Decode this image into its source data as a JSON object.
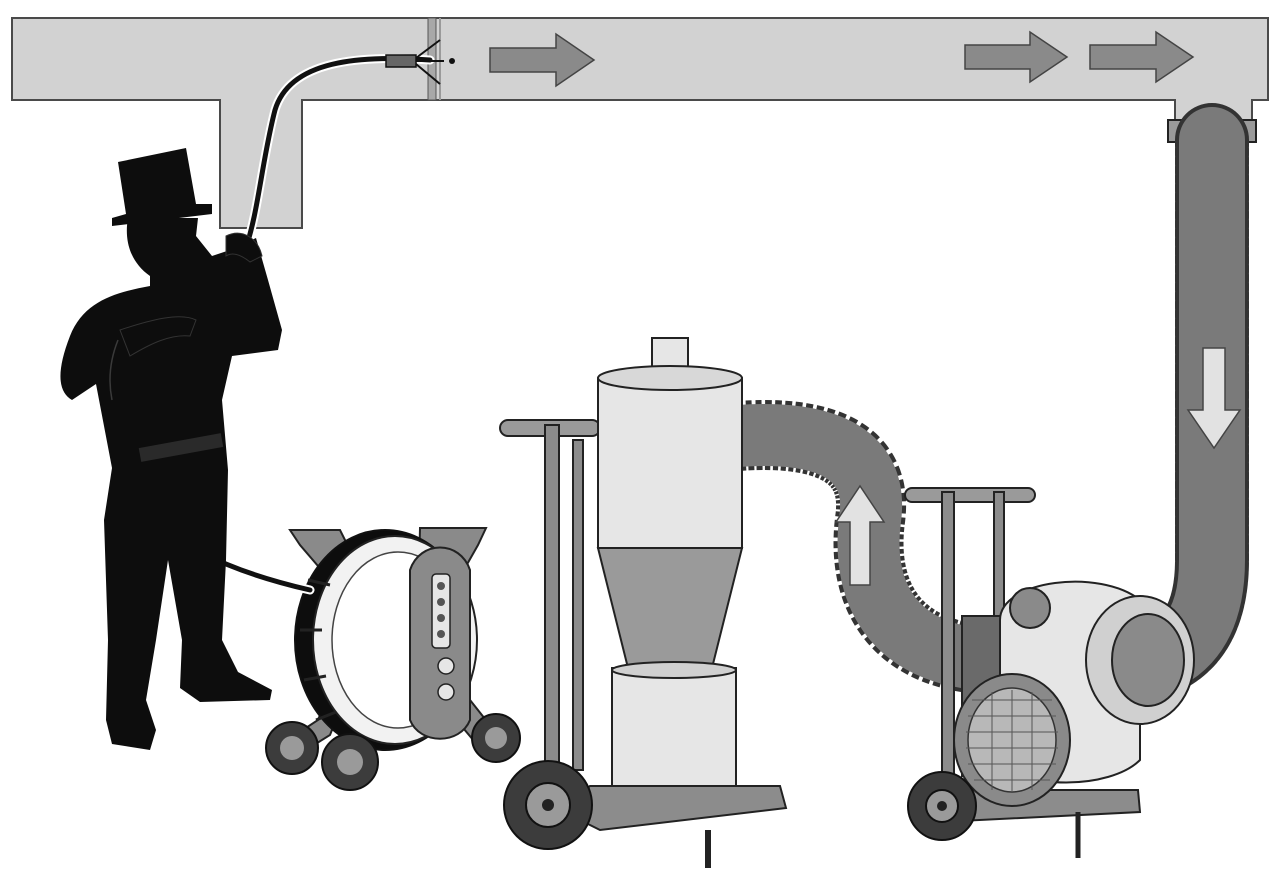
{
  "diagram": {
    "subject": "chimney-sweep-duct-cleaning",
    "flow": [
      "duct",
      "extraction-hose",
      "fan",
      "return-hose",
      "cyclone-separator"
    ],
    "colors": {
      "duct": "#d2d2d2",
      "duct_outline": "#4a4a4a",
      "flow_arrow": "#8a8a8a",
      "hose": "#7a7a7a",
      "hose_light": "#e2e2e2",
      "silhouette": "#0d0d0d",
      "machine_light": "#e6e6e6",
      "machine_mid": "#9a9a9a",
      "machine_dark": "#3c3c3c"
    },
    "icons": [
      "top-hat-icon",
      "flow-arrow-icon",
      "brush-head-icon",
      "wheel-icon"
    ]
  }
}
